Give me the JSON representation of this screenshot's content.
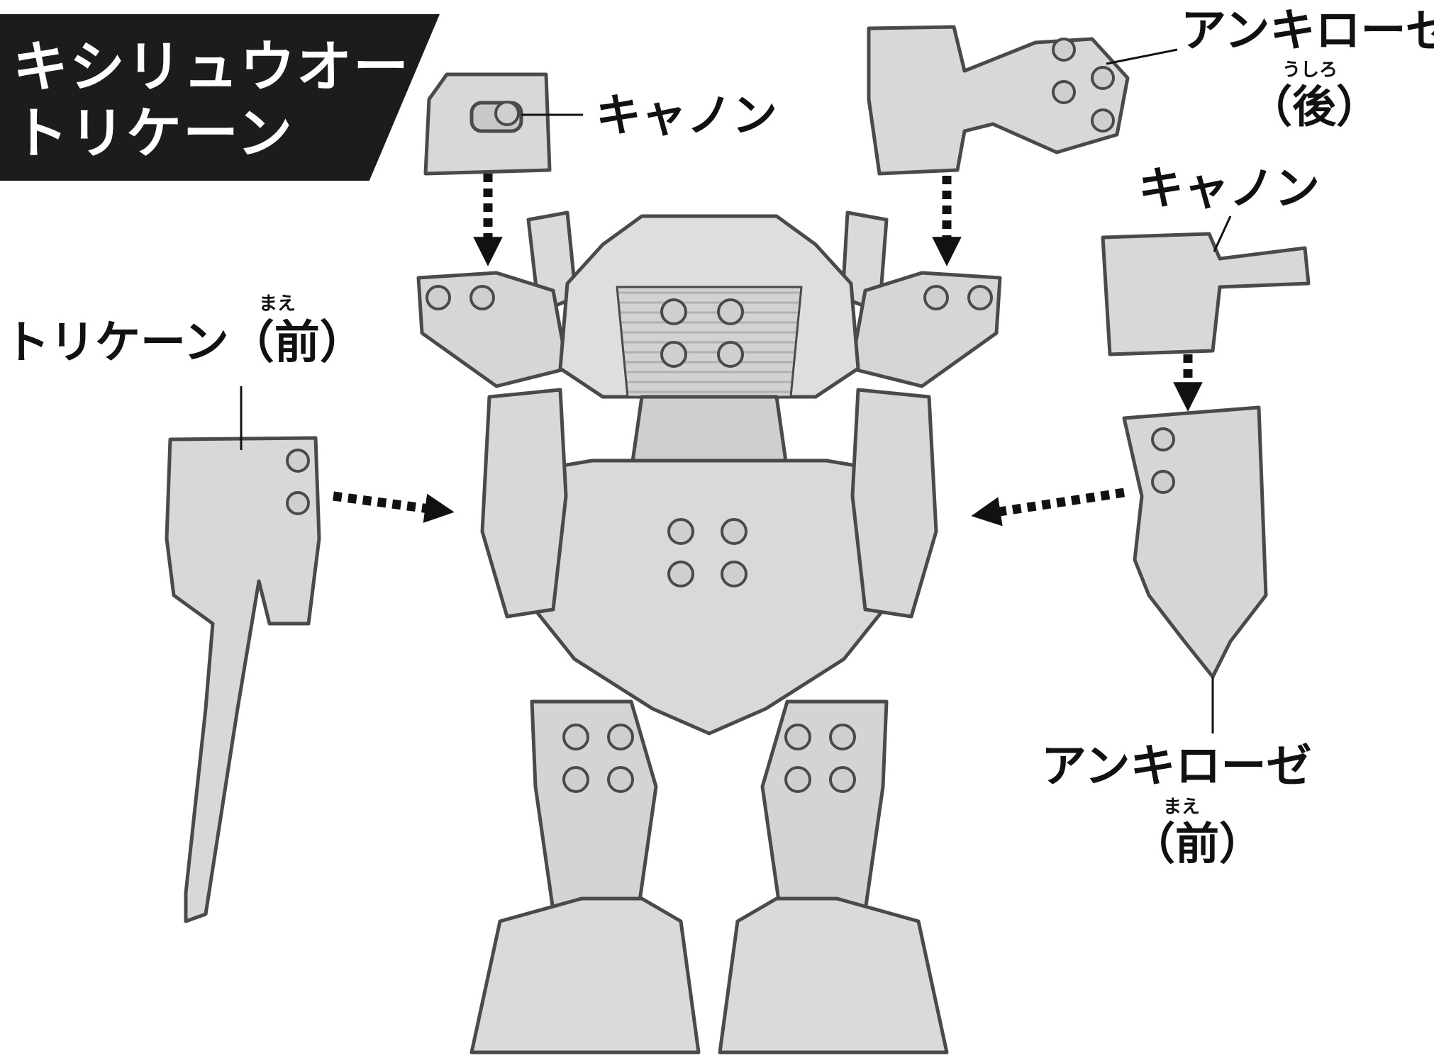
{
  "title": {
    "line1": "キシリュウオー",
    "line2": "トリケーン",
    "colors": {
      "background": "#1c1c1c",
      "text": "#ffffff"
    }
  },
  "labels": {
    "cannon_left": "キャノン",
    "ankiloze_back": "アンキローゼ",
    "ankiloze_back_paren": "（後）",
    "ankiloze_back_ruby": "うしろ",
    "cannon_right": "キャノン",
    "trikeen_front": "トリケーン（前）",
    "trikeen_front_ruby": "まえ",
    "ankiloze_front": "アンキローゼ",
    "ankiloze_front_paren": "（前）",
    "ankiloze_front_ruby": "まえ"
  },
  "colors": {
    "part_fill": "#dcdcdc",
    "part_shade": "#bfbfbf",
    "outline": "#4a4a4a",
    "arrow": "#111111"
  }
}
